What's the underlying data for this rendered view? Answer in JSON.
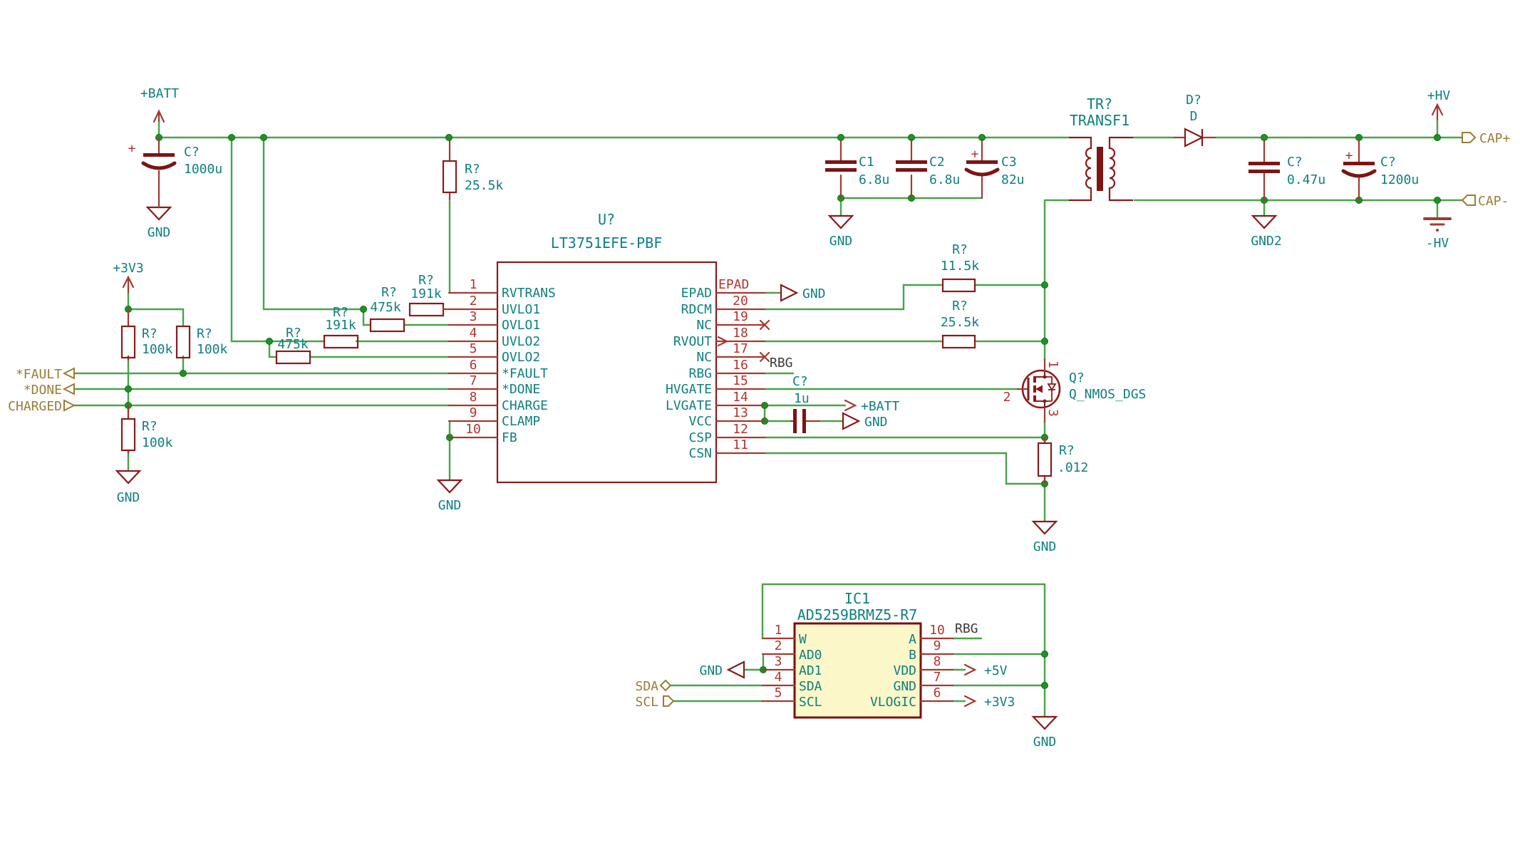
{
  "power": {
    "batt": "+BATT",
    "v3": "+3V3",
    "v5": "+5V",
    "hv_pos": "+HV",
    "hv_neg": "-HV",
    "gnd": "GND",
    "gnd2": "GND2",
    "plus": "+"
  },
  "flags": {
    "fault": "*FAULT",
    "done": "*DONE",
    "charged": "CHARGED",
    "sda": "SDA",
    "scl": "SCL",
    "cap_plus": "CAP+",
    "cap_minus": "CAP-"
  },
  "labels": {
    "rbg": "RBG",
    "epad": "EPAD"
  },
  "components": {
    "c_batt": {
      "ref": "C?",
      "value": "1000u"
    },
    "r_top": {
      "ref": "R?",
      "value": "25.5k"
    },
    "r_uvlo1": {
      "ref": "R?",
      "value": "191k"
    },
    "r_ovlo1": {
      "ref": "R?",
      "value": "475k"
    },
    "r_uvlo2": {
      "ref": "R?",
      "value": "191k"
    },
    "r_ovlo2": {
      "ref": "R?",
      "value": "475k"
    },
    "r_pullup_a": {
      "ref": "R?",
      "value": "100k"
    },
    "r_pullup_b": {
      "ref": "R?",
      "value": "100k"
    },
    "r_charged": {
      "ref": "R?",
      "value": "100k"
    },
    "u_main": {
      "ref": "U?",
      "value": "LT3751EFE-PBF",
      "pins_left": [
        {
          "num": "1",
          "name": "RVTRANS"
        },
        {
          "num": "2",
          "name": "UVLO1"
        },
        {
          "num": "3",
          "name": "OVLO1"
        },
        {
          "num": "4",
          "name": "UVLO2"
        },
        {
          "num": "5",
          "name": "OVLO2"
        },
        {
          "num": "6",
          "name": "*FAULT"
        },
        {
          "num": "7",
          "name": "*DONE"
        },
        {
          "num": "8",
          "name": "CHARGE"
        },
        {
          "num": "9",
          "name": "CLAMP"
        },
        {
          "num": "10",
          "name": "FB"
        }
      ],
      "pins_right": [
        {
          "num": "EPAD",
          "name": "EPAD"
        },
        {
          "num": "20",
          "name": "RDCM"
        },
        {
          "num": "19",
          "name": "NC"
        },
        {
          "num": "18",
          "name": "RVOUT"
        },
        {
          "num": "17",
          "name": "NC"
        },
        {
          "num": "16",
          "name": "RBG"
        },
        {
          "num": "15",
          "name": "HVGATE"
        },
        {
          "num": "14",
          "name": "LVGATE"
        },
        {
          "num": "13",
          "name": "VCC"
        },
        {
          "num": "12",
          "name": "CSP"
        },
        {
          "num": "11",
          "name": "CSN"
        }
      ]
    },
    "c1": {
      "ref": "C1",
      "value": "6.8u"
    },
    "c2": {
      "ref": "C2",
      "value": "6.8u"
    },
    "c3": {
      "ref": "C3",
      "value": "82u"
    },
    "transformer": {
      "ref": "TR?",
      "value": "TRANSF1"
    },
    "diode": {
      "ref": "D?",
      "value": "D"
    },
    "c_hv_film": {
      "ref": "C?",
      "value": "0.47u"
    },
    "c_hv_bulk": {
      "ref": "C?",
      "value": "1200u"
    },
    "r_rdcm": {
      "ref": "R?",
      "value": "11.5k"
    },
    "r_rvout": {
      "ref": "R?",
      "value": "25.5k"
    },
    "q1": {
      "ref": "Q?",
      "value": "Q_NMOS_DGS",
      "pin_drain": "1",
      "pin_gate": "2",
      "pin_source": "3"
    },
    "c_vcc": {
      "ref": "C?",
      "value": "1u"
    },
    "r_sense": {
      "ref": "R?",
      "value": ".012"
    },
    "ic1": {
      "ref": "IC1",
      "value": "AD5259BRMZ5-R7",
      "pins_left": [
        {
          "num": "1",
          "name": "W"
        },
        {
          "num": "2",
          "name": "AD0"
        },
        {
          "num": "3",
          "name": "AD1"
        },
        {
          "num": "4",
          "name": "SDA"
        },
        {
          "num": "5",
          "name": "SCL"
        }
      ],
      "pins_right": [
        {
          "num": "10",
          "name": "A"
        },
        {
          "num": "9",
          "name": "B"
        },
        {
          "num": "8",
          "name": "VDD"
        },
        {
          "num": "7",
          "name": "GND"
        },
        {
          "num": "6",
          "name": "VLOGIC"
        }
      ]
    }
  },
  "colors": {
    "wire": "#4aa34a",
    "symbol_outline": "#8a1a1a",
    "pin": "#a23a32",
    "pin_number": "#b33430",
    "field_text": "#0e7f81",
    "flag_text": "#9a7d35",
    "net_label": "#3a3a3a",
    "ic_fill": "#fcf7c8"
  }
}
